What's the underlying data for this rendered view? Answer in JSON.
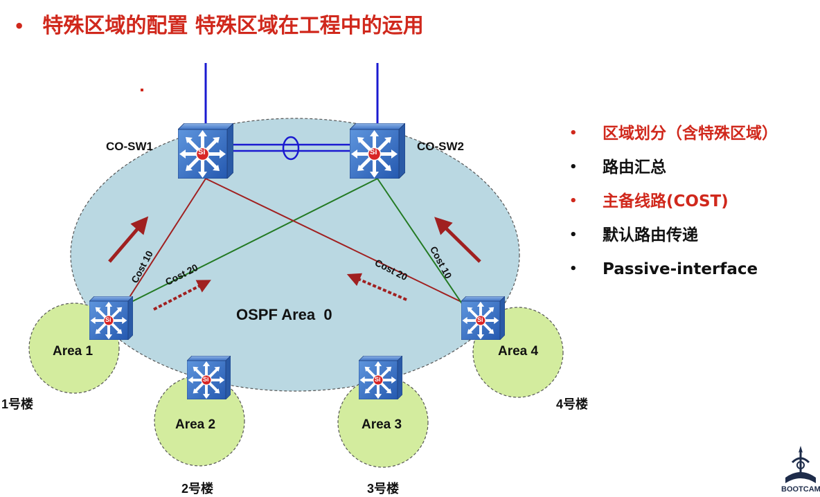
{
  "title": {
    "bullet": "•",
    "text": "特殊区域的配置 特殊区域在工程中的运用"
  },
  "diagram": {
    "core_switch_1": "CO-SW1",
    "core_switch_2": "CO-SW2",
    "backbone_area": "OSPF Area  0",
    "areas": [
      "Area 1",
      "Area 2",
      "Area 3",
      "Area 4"
    ],
    "buildings": [
      "1号楼",
      "2号楼",
      "3号楼",
      "4号楼"
    ],
    "costs": [
      "Cost 10",
      "Cost 20",
      "Cost 20",
      "Cost 10"
    ],
    "switch_badge": "Si",
    "colors": {
      "backbone_fill": "#bad8e2",
      "area_fill": "#d3ec9e",
      "primary_link": "#a02020",
      "backup_link": "#237a23",
      "uplink": "#1a1ad0"
    }
  },
  "bullets": [
    {
      "text": "区域划分（含特殊区域）",
      "color": "red"
    },
    {
      "text": "路由汇总",
      "color": "black"
    },
    {
      "text": "主备线路(COST)",
      "color": "red"
    },
    {
      "text": "默认路由传递",
      "color": "black"
    },
    {
      "text": "Passive-interface",
      "color": "black"
    }
  ],
  "logo": {
    "text": "BOOTCAMP"
  }
}
